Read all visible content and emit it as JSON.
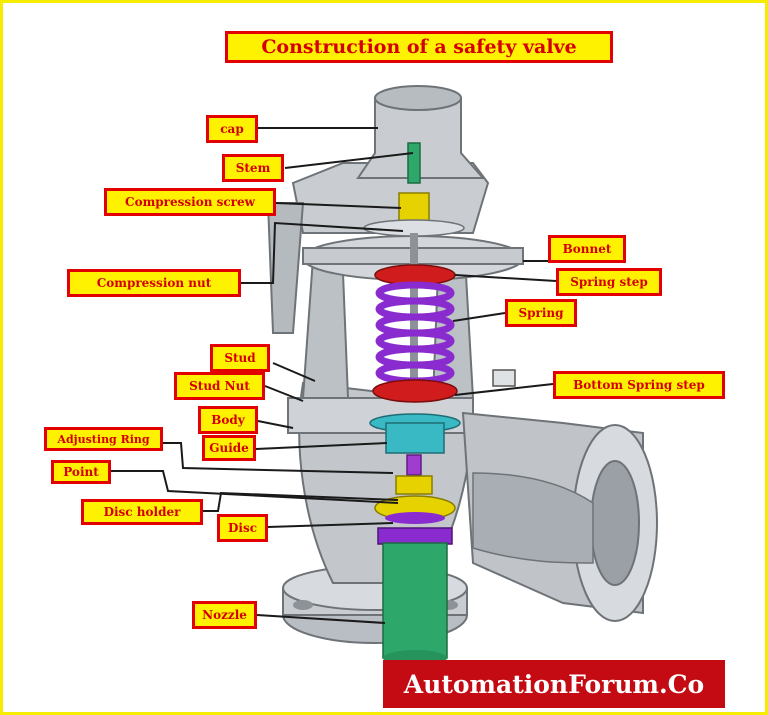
{
  "title": "Construction of a safety valve",
  "labels": {
    "cap": "cap",
    "stem": "Stem",
    "compression_screw": "Compression screw",
    "compression_nut": "Compression nut",
    "bonnet": "Bonnet",
    "spring_step": "Spring step",
    "spring": "Spring",
    "stud": "Stud",
    "stud_nut": "Stud Nut",
    "body": "Body",
    "bottom_spring_step": "Bottom Spring step",
    "adjusting_ring": "Adjusting Ring",
    "guide": "Guide",
    "point": "Point",
    "disc_holder": "Disc holder",
    "disc": "Disc",
    "nozzle": "Nozzle"
  },
  "watermark": "AutomationForum.Co",
  "colors": {
    "label_fill": "#fff200",
    "label_border": "#e30000",
    "label_text": "#d40000",
    "valve_body": "#c9cdd2",
    "spring": "#8a2bd0",
    "spring_step": "#d01c1c",
    "guide": "#39b9c4",
    "disc_holder": "#e6d200",
    "nozzle": "#2ea86a",
    "brand_bg": "#c40a12"
  }
}
